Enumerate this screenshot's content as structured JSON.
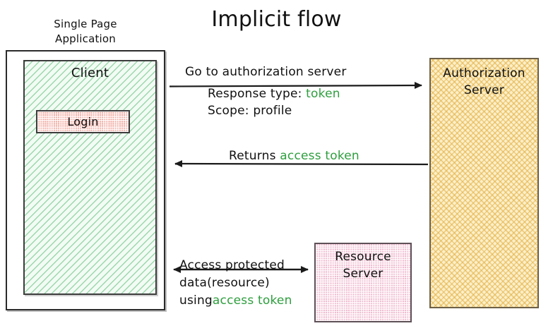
{
  "title": "Implicit flow",
  "actors": {
    "spa_label_line1": "Single Page",
    "spa_label_line2": "Application",
    "client_label": "Client",
    "login_button_label": "Login",
    "auth_server_line1": "Authorization",
    "auth_server_line2": "Server",
    "resource_server_line1": "Resource",
    "resource_server_line2": "Server"
  },
  "messages": {
    "step1_title": "Go to authorization server",
    "step1_param1_key": "Response type:",
    "step1_param1_value": "token",
    "step1_param2": "Scope: profile",
    "step2_prefix": "Returns",
    "step2_value": "access token",
    "step3_line1": "Access protected",
    "step3_line2": "data(resource)",
    "step3_line3_prefix": "using",
    "step3_line3_value": "access token"
  },
  "colors": {
    "token_green": "#2e9e3e",
    "client_green": "#56ba71",
    "login_red": "#f1a9a0",
    "auth_orange": "#e2aa35",
    "resource_pink": "#f0bcd0",
    "stroke_dark": "#2b2b2b"
  }
}
